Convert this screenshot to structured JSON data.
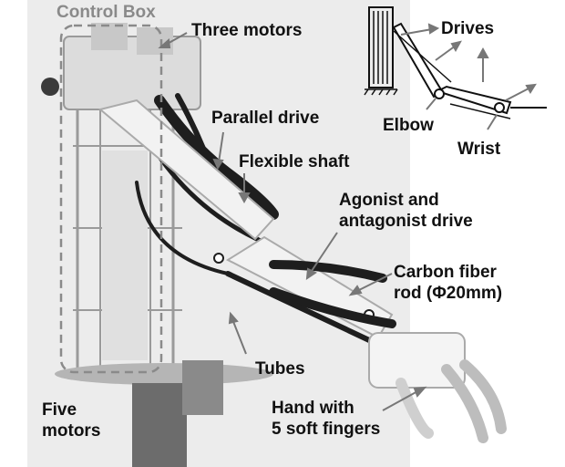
{
  "labels": {
    "control_box": "Control Box",
    "three_motors": "Three motors",
    "parallel_drive": "Parallel drive",
    "flexible_shaft": "Flexible shaft",
    "agonist_line1": "Agonist and",
    "agonist_line2": "antagonist drive",
    "carbon_line1": "Carbon fiber",
    "carbon_line2": "rod (Φ20mm)",
    "tubes": "Tubes",
    "hand_line1": "Hand with",
    "hand_line2": "5 soft fingers",
    "five_line1": "Five",
    "five_line2": "motors"
  },
  "schematic": {
    "drives": "Drives",
    "elbow": "Elbow",
    "wrist": "Wrist"
  },
  "colors": {
    "background": "#ffffff",
    "photo_backdrop": "#ececec",
    "frame": "#9a9a9a",
    "tube": "#1e1e1e",
    "arm_part": "#f2f2f2",
    "arrow": "#777777",
    "dashed_box": "#8a8a8a"
  }
}
